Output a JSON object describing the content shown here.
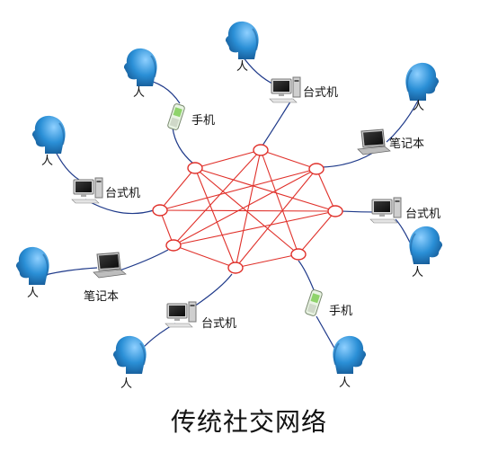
{
  "title": "传统社交网络",
  "labels": {
    "person": "人",
    "phone": "手机",
    "desktop": "台式机",
    "laptop": "笔记本"
  },
  "colors": {
    "network_line": "#e0302a",
    "link_line": "#1f3a8a",
    "head_fill": "#2a8fd6",
    "head_shadow": "#1a5f9e"
  },
  "icons": [
    "person-head-icon",
    "mobile-phone-icon",
    "desktop-computer-icon",
    "laptop-icon"
  ]
}
